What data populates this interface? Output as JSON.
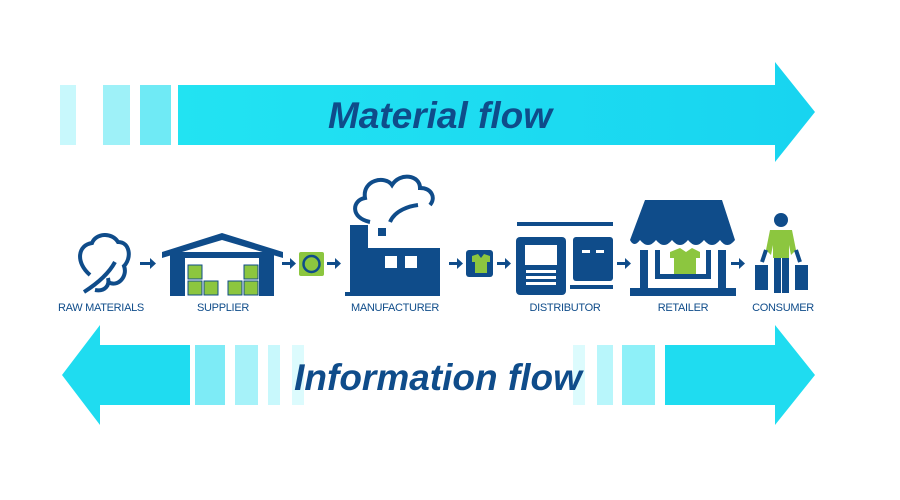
{
  "top_arrow": {
    "label": "Material flow"
  },
  "bottom_arrow": {
    "label": "Information flow"
  },
  "stages": [
    {
      "label": "RAW MATERIALS"
    },
    {
      "label": "SUPPLIER"
    },
    {
      "label": "MANUFACTURER"
    },
    {
      "label": "DISTRIBUTOR"
    },
    {
      "label": "RETAILER"
    },
    {
      "label": "CONSUMER"
    }
  ],
  "colors": {
    "navy": "#0f4c8a",
    "green": "#8cc63f",
    "cyan": "#1ee3f2",
    "light_cyan": "#b8f6fb"
  }
}
